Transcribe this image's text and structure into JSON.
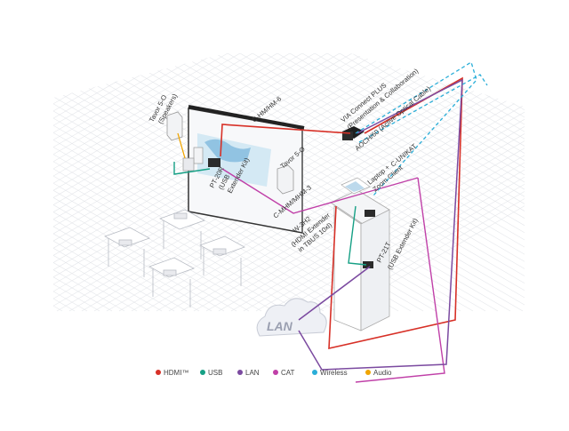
{
  "labels": {
    "tavor_speakers_1": "Tavor 5-O",
    "tavor_speakers_2": "(Speakers)",
    "c_hm_hm_6": "C-HM/HM-6",
    "via_1": "VIA Connect PLUS",
    "via_2": "(Presentation & Collaboration)",
    "aoch_1": "AOCH/60 (Active Optical Cable)",
    "pt20r_1": "PT-20R",
    "pt20r_2": "(USB",
    "pt20r_3": "Extender Kit)",
    "tavor_2": "Tavor 5-O",
    "c_unikat": "C-UNIKAT",
    "laptop_1": "Laptop +",
    "laptop_2": "Zoom Client",
    "c_mhm": "C-MHM/MHM-3",
    "w3h2_1": "W-3H2",
    "w3h2_2": "(HDMI Extender",
    "w3h2_3": "in TBUS 10xl)",
    "pt21t_1": "PT-21T",
    "pt21t_2": "(USB Extender Kit)",
    "lan_cloud": "LAN"
  },
  "legend": [
    {
      "label": "HDMI™",
      "color": "#d73027"
    },
    {
      "label": "USB",
      "color": "#16a085"
    },
    {
      "label": "LAN",
      "color": "#7b4aa0"
    },
    {
      "label": "CAT",
      "color": "#c040a8"
    },
    {
      "label": "Wireless",
      "color": "#2aaed8"
    },
    {
      "label": "Audio",
      "color": "#f0a500"
    }
  ]
}
